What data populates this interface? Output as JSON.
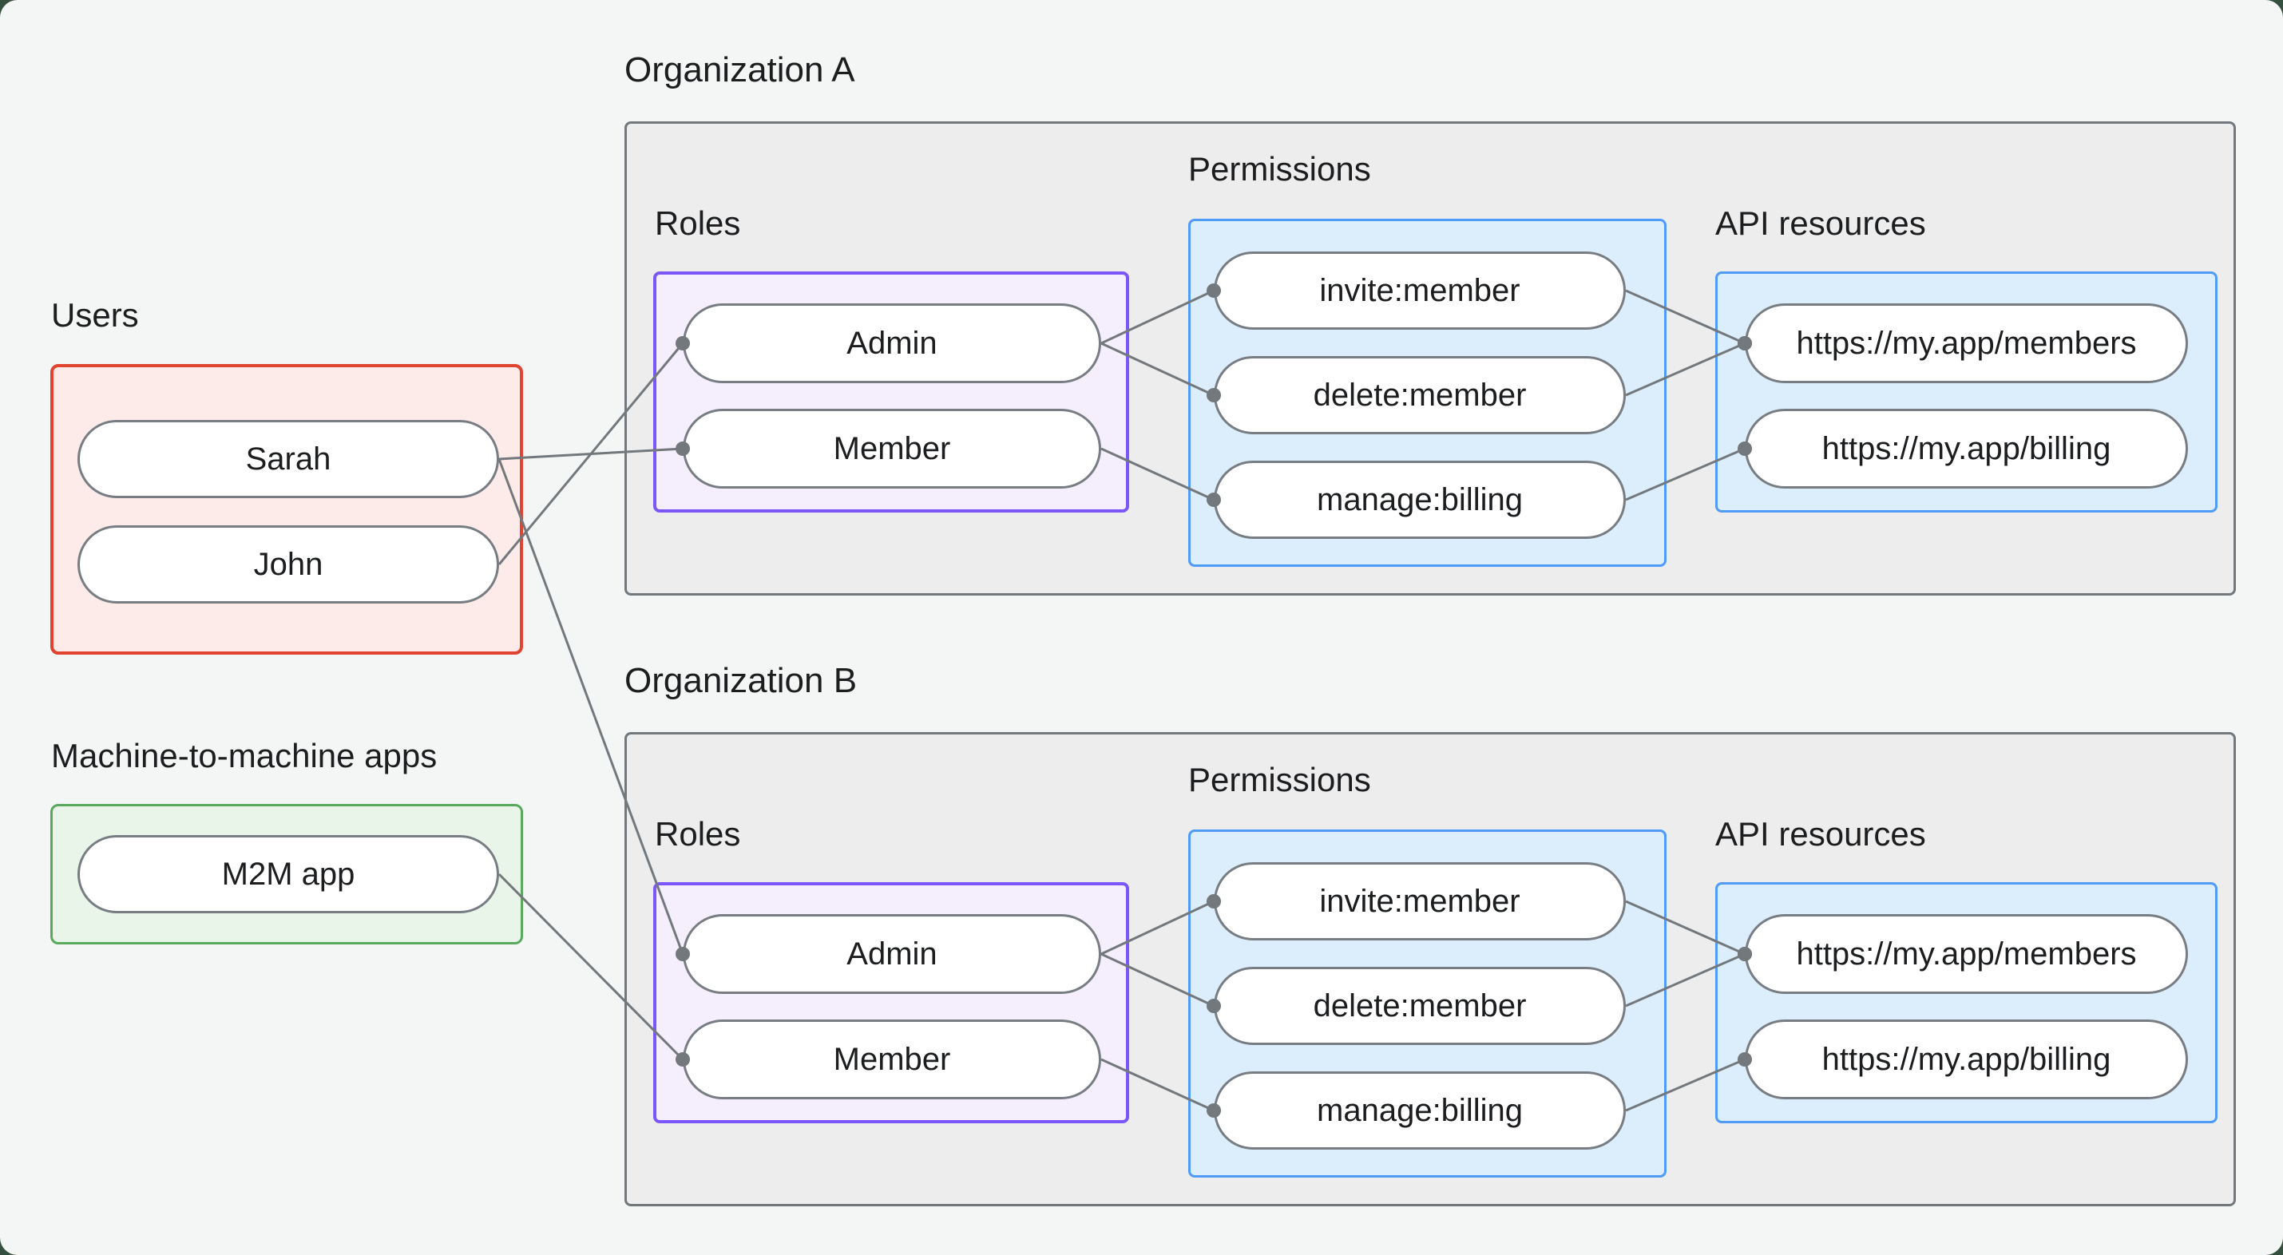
{
  "theme": {
    "page_bg": "#35503f",
    "canvas_bg": "#f4f6f5",
    "org_box_fill": "#ededee",
    "org_box_border": "#73787c",
    "users_box_fill": "#fcebe8",
    "users_box_border": "#e0432f",
    "m2m_box_fill": "#e9f5e9",
    "m2m_box_border": "#58a95c",
    "roles_box_fill": "#f5eefd",
    "roles_box_border": "#7b57f7",
    "blue_box_fill": "#dcedfc",
    "blue_box_border": "#4f9bf7",
    "pill_fill": "#ffffff",
    "pill_border": "#787d83",
    "line_color": "#73787c",
    "dot_color": "#73787c",
    "text_color": "#1b1d1f"
  },
  "users_section": {
    "label": "Users",
    "users": [
      {
        "id": "sarah",
        "label": "Sarah"
      },
      {
        "id": "john",
        "label": "John"
      }
    ]
  },
  "m2m_section": {
    "label": "Machine-to-machine apps",
    "apps": [
      {
        "id": "m2m",
        "label": "M2M app"
      }
    ]
  },
  "org_a": {
    "title": "Organization A",
    "roles_label": "Roles",
    "permissions_label": "Permissions",
    "api_label": "API resources",
    "roles": [
      {
        "id": "orgA-admin",
        "label": "Admin"
      },
      {
        "id": "orgA-member",
        "label": "Member"
      }
    ],
    "permissions": [
      {
        "id": "orgA-invite",
        "label": "invite:member"
      },
      {
        "id": "orgA-delete",
        "label": "delete:member"
      },
      {
        "id": "orgA-manage",
        "label": "manage:billing"
      }
    ],
    "api_resources": [
      {
        "id": "orgA-members",
        "label": "https://my.app/members"
      },
      {
        "id": "orgA-billing",
        "label": "https://my.app/billing"
      }
    ]
  },
  "org_b": {
    "title": "Organization B",
    "roles_label": "Roles",
    "permissions_label": "Permissions",
    "api_label": "API resources",
    "roles": [
      {
        "id": "orgB-admin",
        "label": "Admin"
      },
      {
        "id": "orgB-member",
        "label": "Member"
      }
    ],
    "permissions": [
      {
        "id": "orgB-invite",
        "label": "invite:member"
      },
      {
        "id": "orgB-delete",
        "label": "delete:member"
      },
      {
        "id": "orgB-manage",
        "label": "manage:billing"
      }
    ],
    "api_resources": [
      {
        "id": "orgB-members",
        "label": "https://my.app/members"
      },
      {
        "id": "orgB-billing",
        "label": "https://my.app/billing"
      }
    ]
  },
  "connections": [
    {
      "from": "sarah",
      "to": "orgA-member"
    },
    {
      "from": "john",
      "to": "orgA-admin"
    },
    {
      "from": "sarah",
      "to": "orgB-admin"
    },
    {
      "from": "m2m",
      "to": "orgB-member"
    },
    {
      "from": "orgA-admin",
      "to": "orgA-invite"
    },
    {
      "from": "orgA-admin",
      "to": "orgA-delete"
    },
    {
      "from": "orgA-member",
      "to": "orgA-manage"
    },
    {
      "from": "orgA-invite",
      "to": "orgA-members"
    },
    {
      "from": "orgA-delete",
      "to": "orgA-members"
    },
    {
      "from": "orgA-manage",
      "to": "orgA-billing"
    },
    {
      "from": "orgB-admin",
      "to": "orgB-invite"
    },
    {
      "from": "orgB-admin",
      "to": "orgB-delete"
    },
    {
      "from": "orgB-member",
      "to": "orgB-manage"
    },
    {
      "from": "orgB-invite",
      "to": "orgB-members"
    },
    {
      "from": "orgB-delete",
      "to": "orgB-members"
    },
    {
      "from": "orgB-manage",
      "to": "orgB-billing"
    }
  ]
}
